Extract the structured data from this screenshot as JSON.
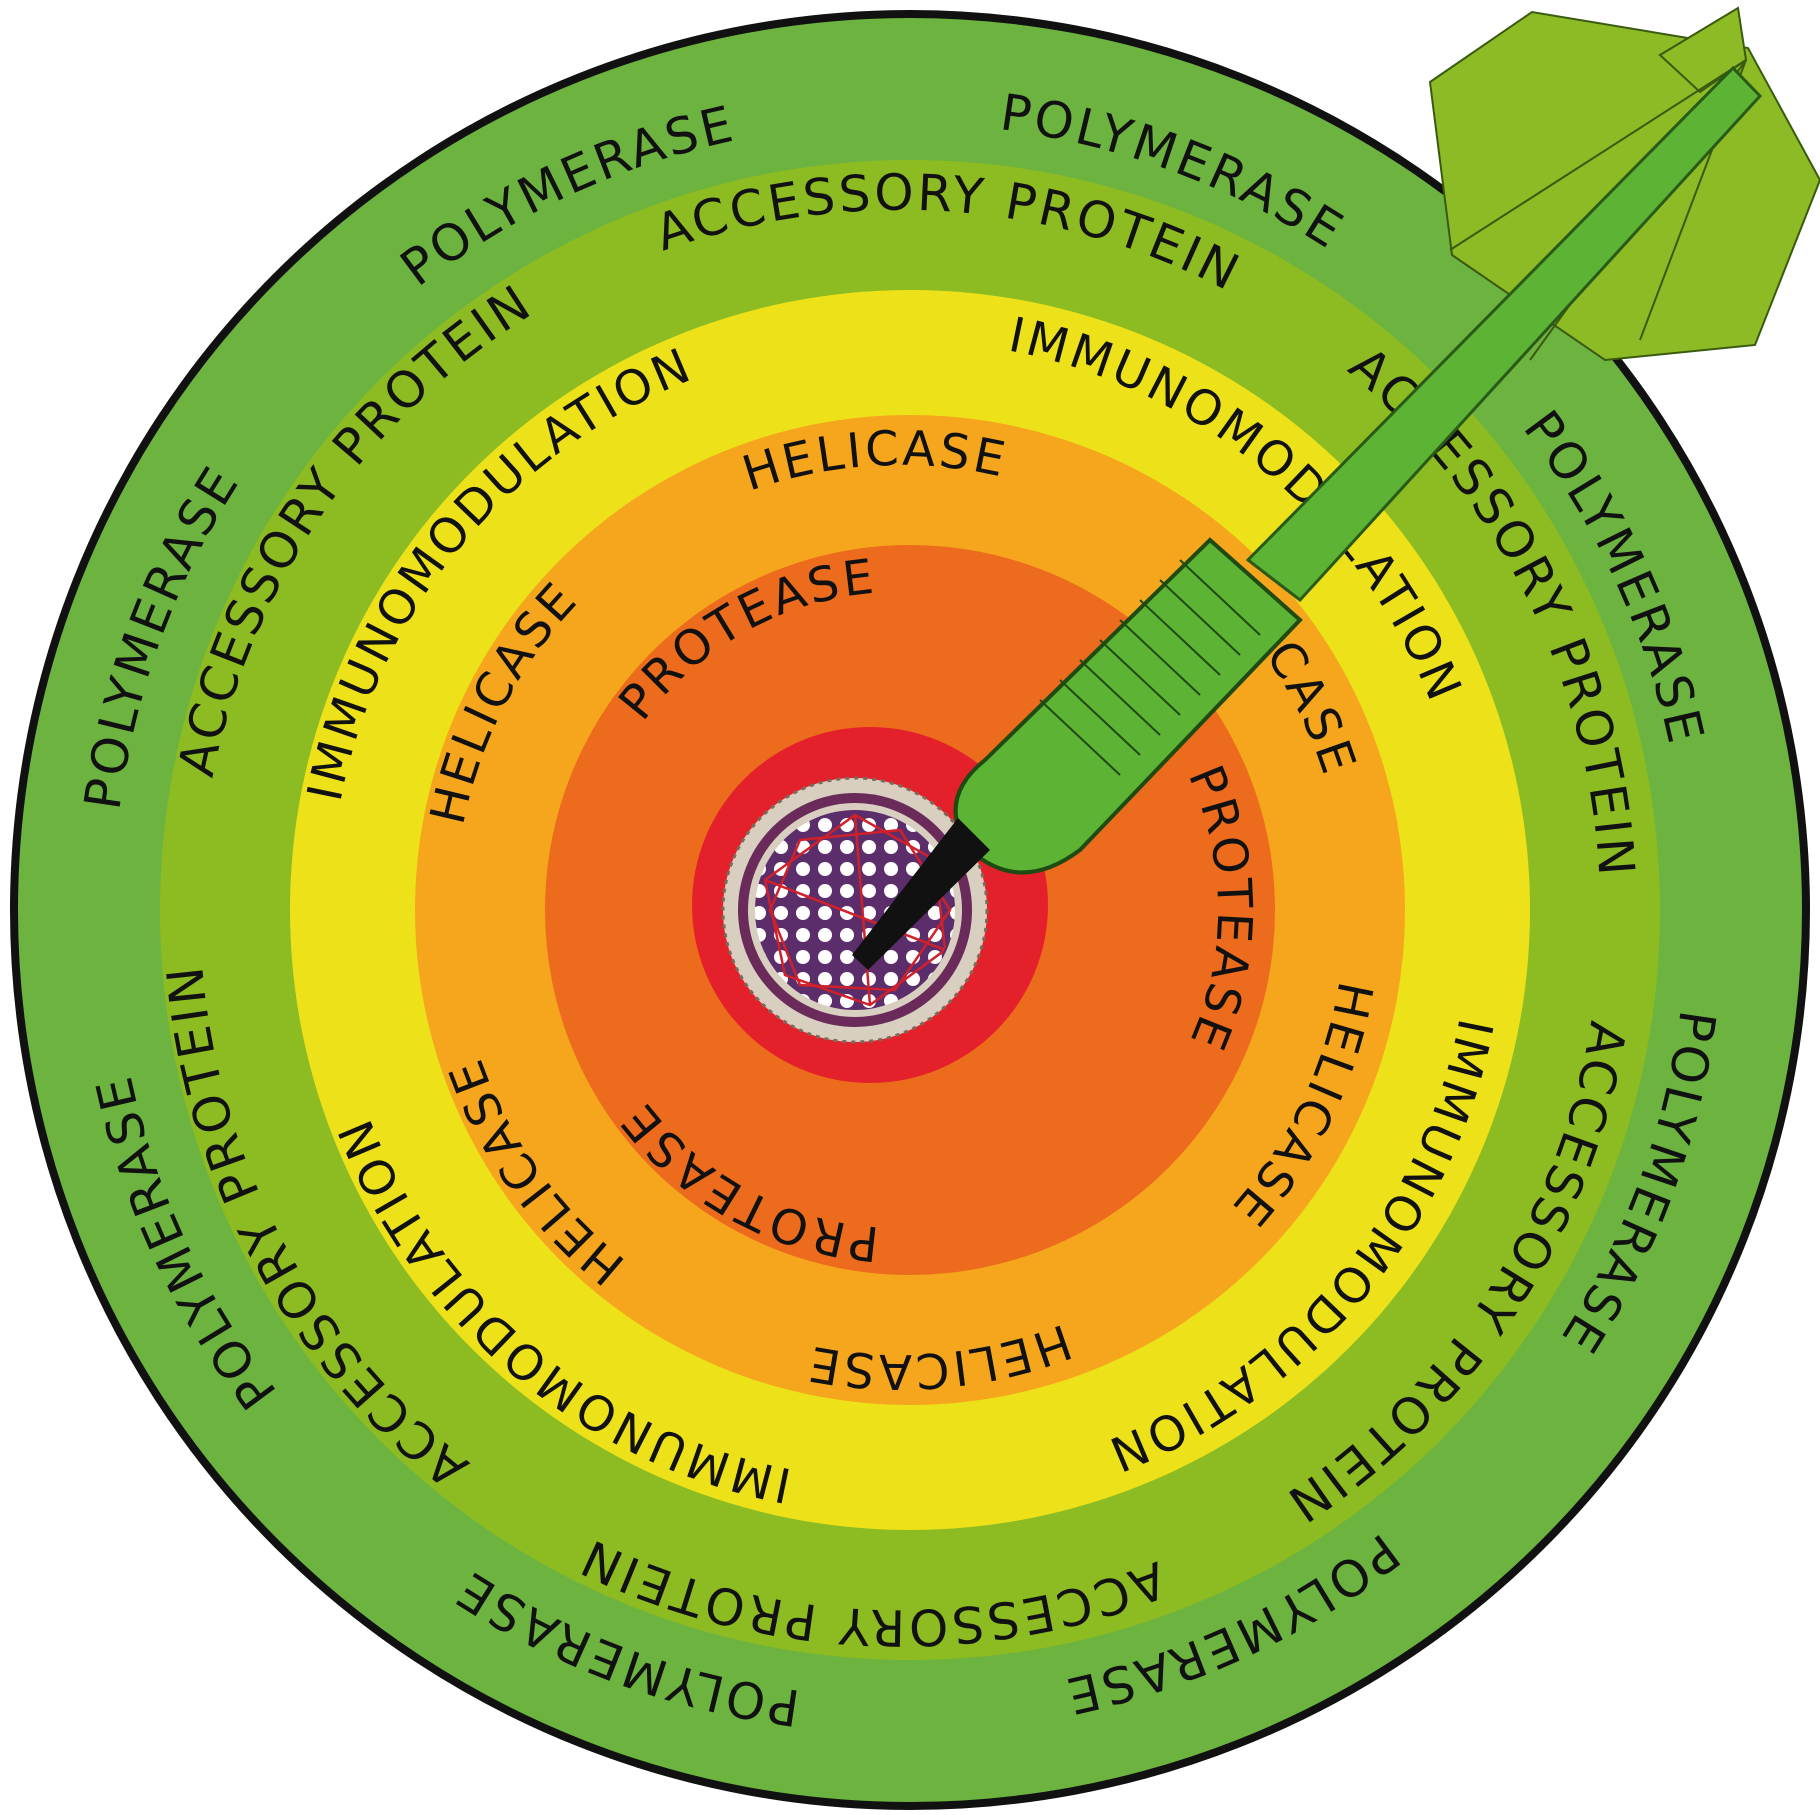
{
  "rings": [
    {
      "id": "polymerase",
      "color": "#6db33f",
      "labels": [
        "POLYMERASE",
        "POLYMERASE",
        "POLYMERASE",
        "POLYMERASE",
        "POLYMERASE",
        "POLYMERASE",
        "POLYMERASE",
        "POLYMERASE"
      ]
    },
    {
      "id": "accessory-protein",
      "color": "#8dbb22",
      "labels": [
        "ACCESSORY PROTEIN",
        "ACCESSORY PROTEIN",
        "ACCESSORY PROTEIN",
        "ACCESSORY PROTEIN",
        "ACCESSORY PROTEIN",
        "ACCESSORY PROTEIN"
      ]
    },
    {
      "id": "immunomodulation",
      "color": "#ede21a",
      "labels": [
        "IMMUNOMODULATION",
        "IMMUNOMODULATION",
        "IMMUNOMODULATION",
        "IMMUNOMODULATION"
      ]
    },
    {
      "id": "helicase",
      "color": "#f6a61d",
      "labels": [
        "HELICASE",
        "HELICASE",
        "HELICASE",
        "HELICASE",
        "HELICASE",
        "HELICASE"
      ]
    },
    {
      "id": "protease",
      "color": "#ec6b1c",
      "labels": [
        "PROTEASE",
        "PROTEASE",
        "PROTEASE"
      ]
    },
    {
      "id": "bullseye",
      "color": "#e4202b",
      "labels": []
    }
  ],
  "colors": {
    "outline": "#111111",
    "dart_body": "#5cb334",
    "dart_flight": "#8dbb25",
    "dart_tip": "#111111",
    "virion_capsid": "#5c2d6b",
    "virion_spikes": "#d8cfc1"
  },
  "icons": [
    "dart-icon",
    "virion-icon"
  ]
}
